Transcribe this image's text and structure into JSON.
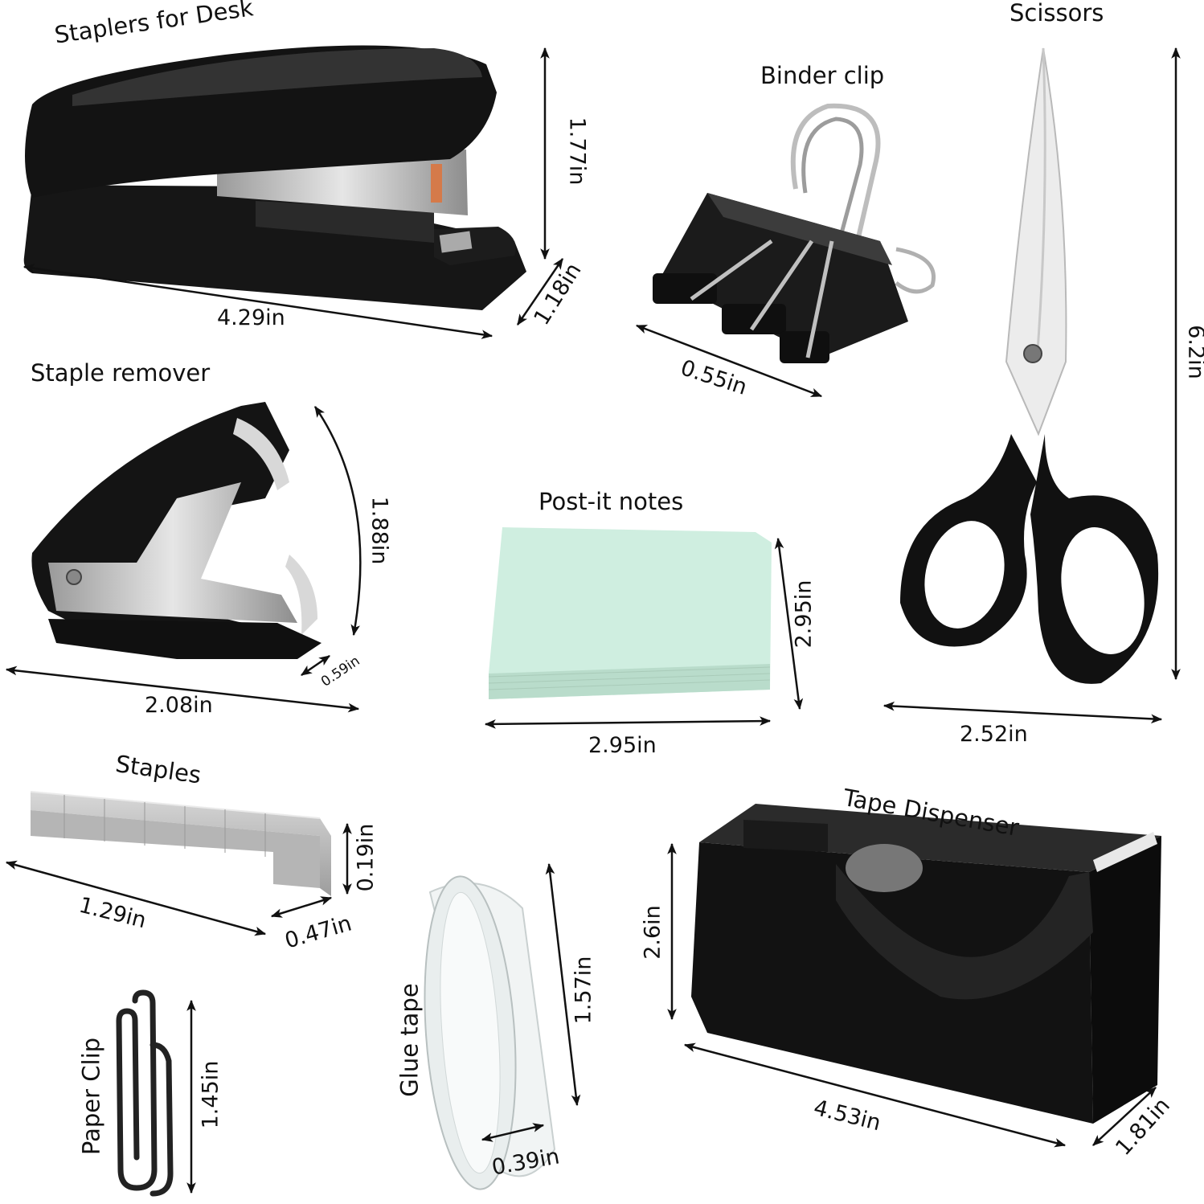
{
  "colors": {
    "plastic": "#141414",
    "metal": "#c9c9c9",
    "note": "#cfeee0",
    "tape": "#eef2f2",
    "arrow": "#111111"
  },
  "items": {
    "stapler": {
      "label": "Staplers for Desk",
      "length": "4.29in",
      "height": "1.77in",
      "width": "1.18in"
    },
    "binder": {
      "label": "Binder clip",
      "width": "0.55in"
    },
    "scissors": {
      "label": "Scissors",
      "length": "6.2in",
      "width": "2.52in"
    },
    "remover": {
      "label": "Staple remover",
      "length": "2.08in",
      "height": "1.88in",
      "width": "0.59in"
    },
    "notes": {
      "label": "Post-it notes",
      "width": "2.95in",
      "height": "2.95in"
    },
    "staples": {
      "label": "Staples",
      "length": "1.29in",
      "height": "0.19in",
      "width": "0.47in"
    },
    "dispenser": {
      "label": "Tape Dispenser",
      "length": "4.53in",
      "height": "2.6in",
      "width": "1.81in"
    },
    "glue": {
      "label": "Glue tape",
      "height": "1.57in",
      "width": "0.39in"
    },
    "clip": {
      "label": "Paper Clip",
      "height": "1.45in"
    }
  }
}
